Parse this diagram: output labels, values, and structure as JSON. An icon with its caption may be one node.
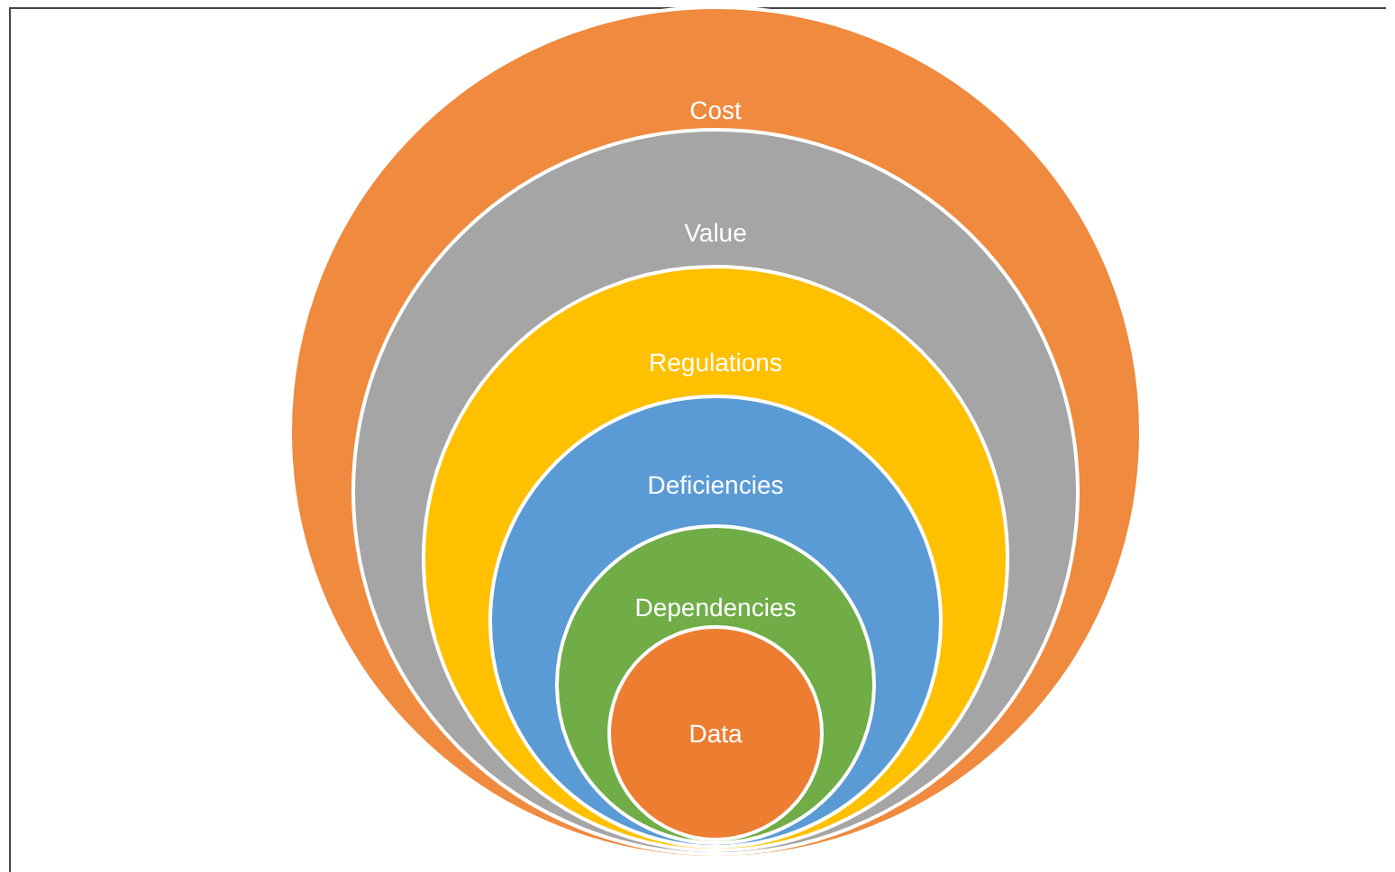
{
  "diagram": {
    "nodes": [
      {
        "text": [
          "Cost"
        ]
      },
      {
        "text": [
          "Value"
        ],
        "in": 0
      },
      {
        "text": [
          "Regulations"
        ],
        "in": 1
      },
      {
        "text": [
          "Deficiencies"
        ],
        "in": 2
      },
      {
        "text": [
          "Dependencies"
        ],
        "in": 3
      },
      {
        "text": [
          "Data"
        ],
        "in": 4
      }
    ]
  }
}
